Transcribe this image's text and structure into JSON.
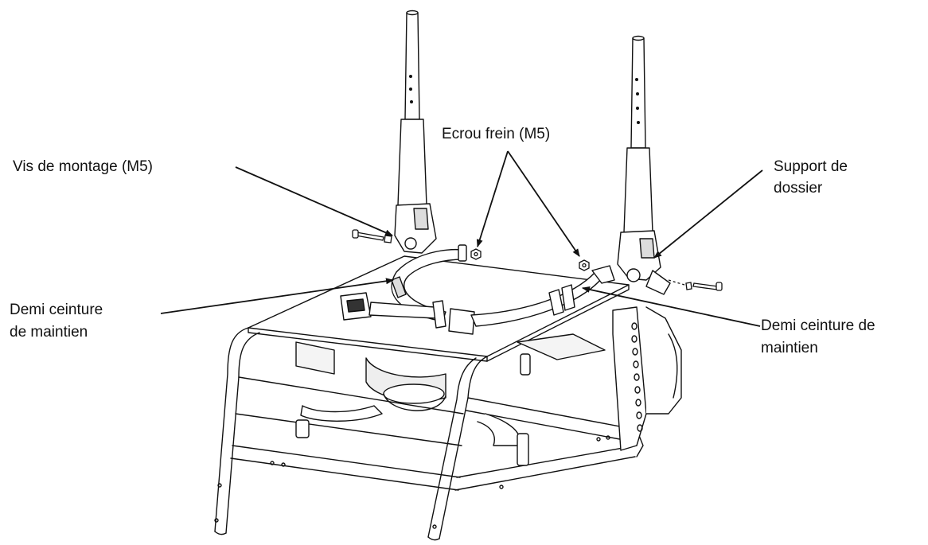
{
  "labels": {
    "mounting_screw": "Vis de montage (M5)",
    "lock_nut": "Ecrou frein (M5)",
    "backrest_support_line1": "Support de",
    "backrest_support_line2": "dossier",
    "half_belt_left_line1": "Demi ceinture",
    "half_belt_left_line2": "de maintien",
    "half_belt_right_line1": "Demi ceinture de",
    "half_belt_right_line2": "maintien"
  },
  "colors": {
    "ink": "#111111",
    "background": "#ffffff"
  }
}
